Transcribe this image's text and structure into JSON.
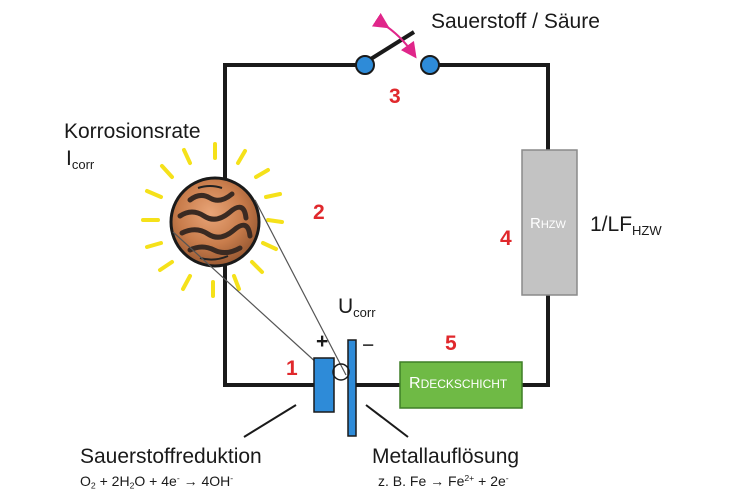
{
  "labels": {
    "switch": "Sauerstoff / Säure",
    "corrosion_rate": "Korrosionsrate",
    "i_corr": {
      "main": "I",
      "sub": "corr"
    },
    "u_corr": {
      "main": "U",
      "sub": "corr"
    },
    "conductivity": {
      "main": "1/LF",
      "sub": "HZW"
    },
    "oxygen_reduction": "Sauerstoffreduktion",
    "metal_dissolution": "Metallauflösung",
    "plus": "+",
    "minus": "−"
  },
  "equations": {
    "cathode": {
      "o2": "O",
      "o2_sub": "2",
      "mid": " + 2H",
      "h2o_sub": "2",
      "rest": "O + 4e",
      "e_sup": "-",
      "arrow": " → 4OH",
      "oh_sup": "-"
    },
    "anode": {
      "prefix": "z. B. Fe → Fe",
      "fe_sup": "2+",
      "rest": " + 2e",
      "e_sup": "-"
    }
  },
  "resistors": {
    "hzw": {
      "main": "R",
      "sub": "HZW",
      "fill": "#c3c3c3"
    },
    "deckschicht": {
      "main": "R",
      "sub": "DECKSCHICHT",
      "fill": "#6fba45"
    }
  },
  "step_numbers": {
    "n1": "1",
    "n2": "2",
    "n3": "3",
    "n4": "4",
    "n5": "5"
  },
  "colors": {
    "wire": "#1a1a1a",
    "numbers": "#e0282c",
    "electrode": "#2e8bd8",
    "switch_contact": "#2e8bd8",
    "switch_arrow": "#e0268a",
    "glow_rays": "#f5e11a",
    "corrosion_circle": "#c97d4c"
  },
  "icons": {
    "switch_arrow": "curved-double-arrow-icon",
    "corrosion": "corroded-surface-icon"
  }
}
